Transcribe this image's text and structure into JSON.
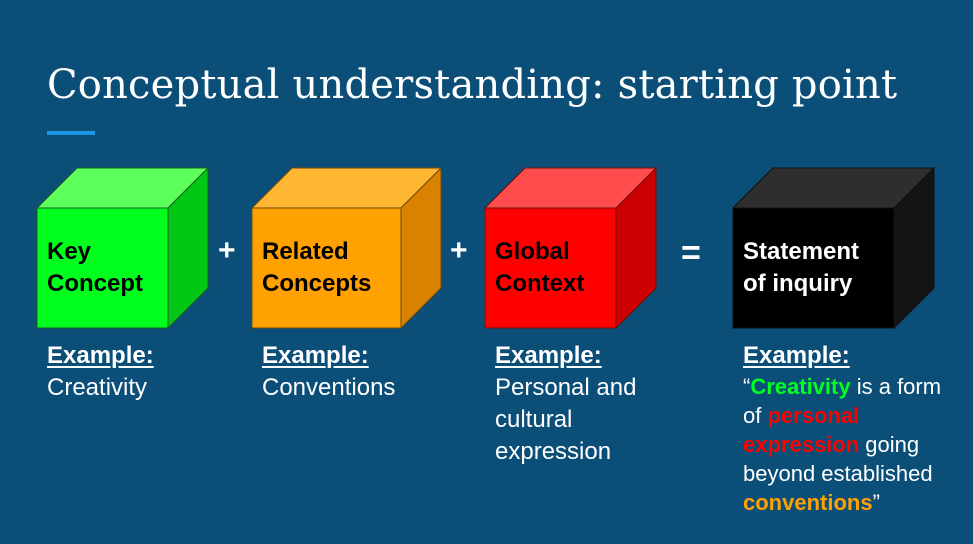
{
  "slide": {
    "title": "Conceptual understanding: starting point"
  },
  "colors": {
    "background": "#0b4f78",
    "accent": "#1e96e6",
    "green": "#00ff1e",
    "orange": "#ffa100",
    "red": "#ff0000",
    "black": "#000000"
  },
  "cubes": [
    {
      "line1": "Key",
      "line2": "Concept",
      "color": "green"
    },
    {
      "line1": "Related",
      "line2": "Concepts",
      "color": "orange"
    },
    {
      "line1": "Global",
      "line2": "Context",
      "color": "red"
    },
    {
      "line1": "Statement",
      "line2": "of inquiry",
      "color": "black"
    }
  ],
  "operators": [
    "+",
    "+",
    "="
  ],
  "examples": {
    "heading": "Example:",
    "key_concept": "Creativity",
    "related_concepts": "Conventions",
    "global_context": [
      "Personal and",
      "cultural",
      "expression"
    ],
    "statement": {
      "open_quote": "“",
      "creativity": "Creativity",
      "t1": " is a form",
      "t2": "of ",
      "personal": "personal",
      "expression": "expression",
      "t3": " going",
      "t4": "beyond established",
      "conventions": "conventions",
      "close_quote": "”"
    }
  }
}
